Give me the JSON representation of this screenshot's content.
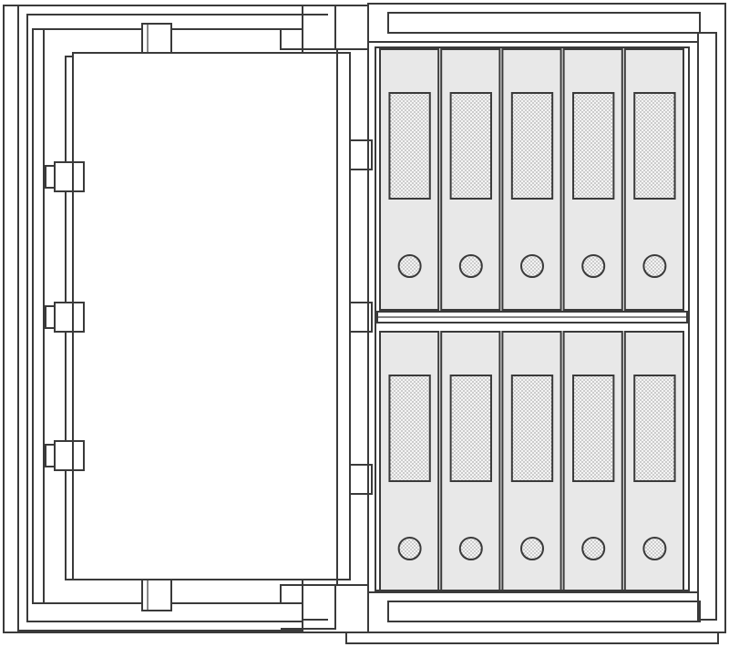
{
  "colors": {
    "stroke": "#3a3a3a",
    "background": "#ffffff",
    "binder_fill": "#e8e8e8",
    "dot_fill": "#6a6a6a"
  },
  "safe": {
    "door_state": "open",
    "door_hinge_count": 3,
    "door_latch_count": 3,
    "shelf_count": 2,
    "binders_per_shelf": 5
  },
  "icons": {
    "binder": "ring-binder-icon",
    "hinge": "door-hinge-icon",
    "latch": "bolt-latch-icon"
  }
}
